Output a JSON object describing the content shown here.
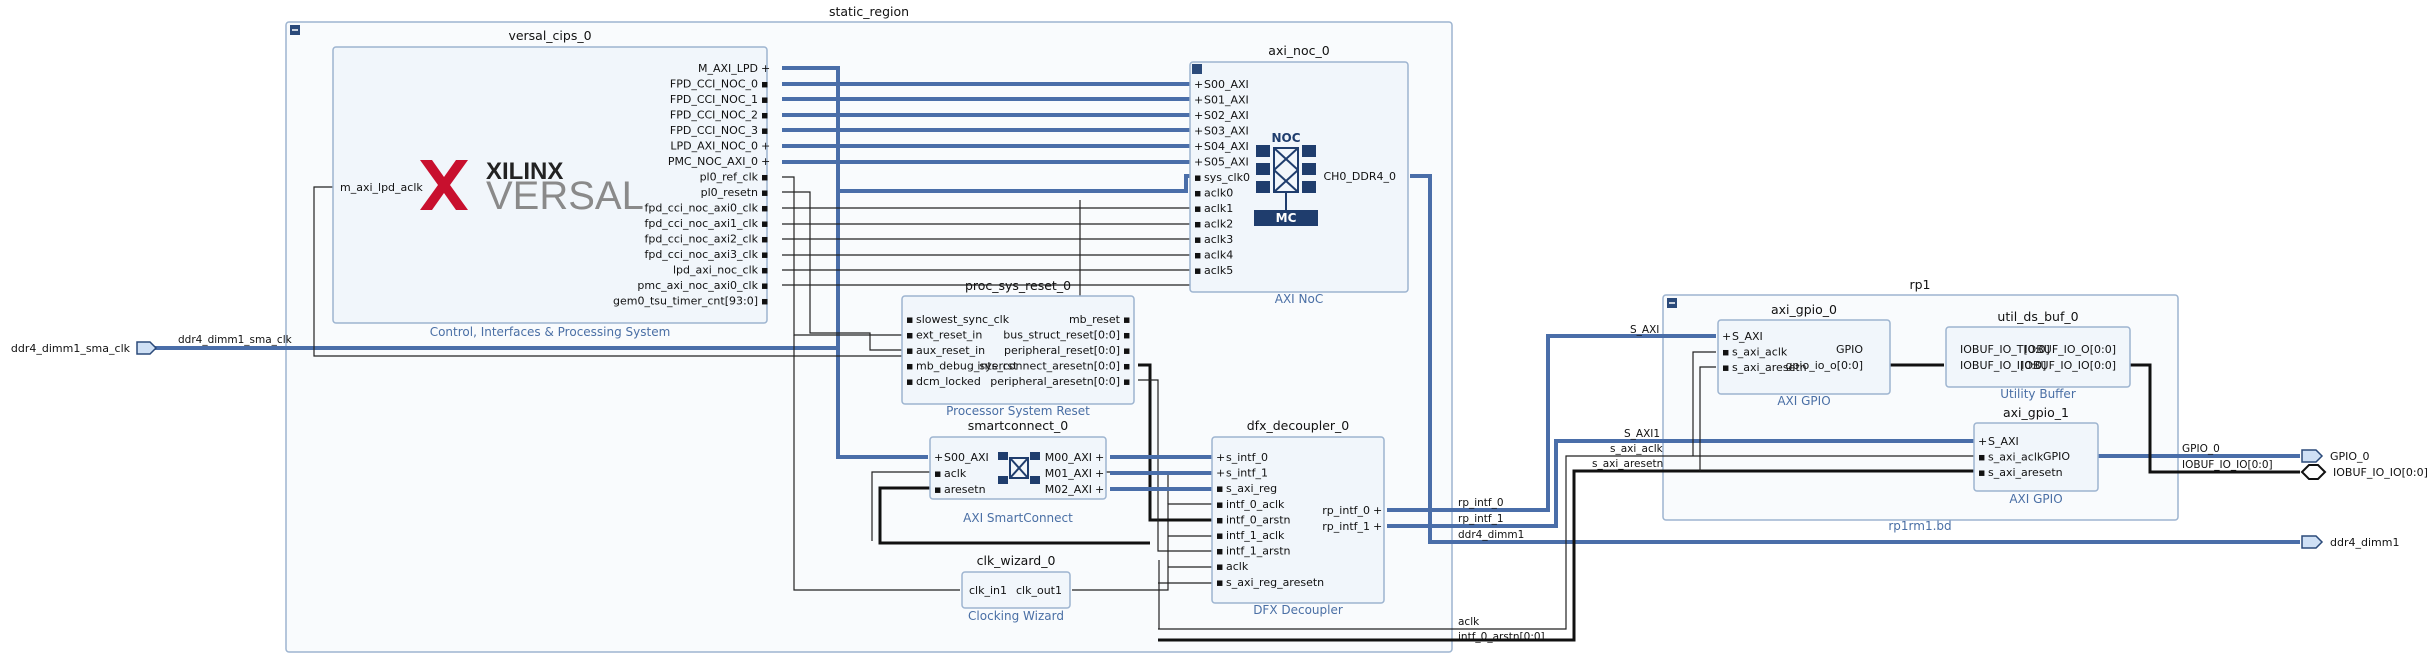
{
  "regions": {
    "static_region": {
      "title": "static_region"
    },
    "rp1": {
      "title": "rp1",
      "subtitle": "rp1rm1.bd"
    }
  },
  "blocks": {
    "versal_cips": {
      "title": "versal_cips_0",
      "subtitle": "Control, Interfaces & Processing System",
      "logo_brand": "XILINX",
      "logo_product": "VERSAL",
      "left_pins": [
        "m_axi_lpd_aclk"
      ],
      "right_pins": [
        "M_AXI_LPD",
        "FPD_CCI_NOC_0",
        "FPD_CCI_NOC_1",
        "FPD_CCI_NOC_2",
        "FPD_CCI_NOC_3",
        "LPD_AXI_NOC_0",
        "PMC_NOC_AXI_0",
        "pl0_ref_clk",
        "pl0_resetn",
        "fpd_cci_noc_axi0_clk",
        "fpd_cci_noc_axi1_clk",
        "fpd_cci_noc_axi2_clk",
        "fpd_cci_noc_axi3_clk",
        "lpd_axi_noc_clk",
        "pmc_axi_noc_axi0_clk",
        "gem0_tsu_timer_cnt[93:0]"
      ]
    },
    "axi_noc": {
      "title": "axi_noc_0",
      "subtitle": "AXI NoC",
      "noc_label": "NOC",
      "mc_label": "MC",
      "left_pins": [
        "S00_AXI",
        "S01_AXI",
        "S02_AXI",
        "S03_AXI",
        "S04_AXI",
        "S05_AXI",
        "sys_clk0",
        "aclk0",
        "aclk1",
        "aclk2",
        "aclk3",
        "aclk4",
        "aclk5"
      ],
      "right_pins": [
        "CH0_DDR4_0"
      ]
    },
    "proc_sys_reset": {
      "title": "proc_sys_reset_0",
      "subtitle": "Processor System Reset",
      "left_pins": [
        "slowest_sync_clk",
        "ext_reset_in",
        "aux_reset_in",
        "mb_debug_sys_rst",
        "dcm_locked"
      ],
      "right_pins": [
        "mb_reset",
        "bus_struct_reset[0:0]",
        "peripheral_reset[0:0]",
        "interconnect_aresetn[0:0]",
        "peripheral_aresetn[0:0]"
      ]
    },
    "smartconnect": {
      "title": "smartconnect_0",
      "subtitle": "AXI SmartConnect",
      "left_pins": [
        "S00_AXI",
        "aclk",
        "aresetn"
      ],
      "right_pins": [
        "M00_AXI",
        "M01_AXI",
        "M02_AXI"
      ]
    },
    "dfx_decoupler": {
      "title": "dfx_decoupler_0",
      "subtitle": "DFX Decoupler",
      "left_pins": [
        "s_intf_0",
        "s_intf_1",
        "s_axi_reg",
        "intf_0_aclk",
        "intf_0_arstn",
        "intf_1_aclk",
        "intf_1_arstn",
        "aclk",
        "s_axi_reg_aresetn"
      ],
      "right_pins": [
        "rp_intf_0",
        "rp_intf_1"
      ]
    },
    "clk_wizard": {
      "title": "clk_wizard_0",
      "subtitle": "Clocking Wizard",
      "left_pins": [
        "clk_in1"
      ],
      "right_pins": [
        "clk_out1"
      ]
    },
    "axi_gpio_0": {
      "title": "axi_gpio_0",
      "subtitle": "AXI GPIO",
      "left_pins": [
        "S_AXI",
        "s_axi_aclk",
        "s_axi_aresetn"
      ],
      "right_pins": [
        "GPIO",
        "gpio_io_o[0:0]"
      ]
    },
    "util_ds_buf": {
      "title": "util_ds_buf_0",
      "subtitle": "Utility Buffer",
      "left_pins": [
        "IOBUF_IO_T[0:0]",
        "IOBUF_IO_I[0:0]"
      ],
      "right_pins": [
        "IOBUF_IO_O[0:0]",
        "IOBUF_IO_IO[0:0]"
      ]
    },
    "axi_gpio_1": {
      "title": "axi_gpio_1",
      "subtitle": "AXI GPIO",
      "left_pins": [
        "S_AXI",
        "s_axi_aclk",
        "s_axi_aresetn"
      ],
      "right_pins": [
        "GPIO"
      ]
    }
  },
  "ports": {
    "in_sma_clk": "ddr4_dimm1_sma_clk",
    "out_gpio": "GPIO_0",
    "out_iobuf": "IOBUF_IO_IO[0:0]",
    "out_ddr4": "ddr4_dimm1"
  },
  "net_labels": {
    "sma_clk": "ddr4_dimm1_sma_clk",
    "rp_s_axi": "S_AXI",
    "rp_s_axi1": "S_AXI1",
    "rp_s_axi_aclk": "s_axi_aclk",
    "rp_s_axi_aresetn": "s_axi_aresetn",
    "rp_gpio": "GPIO_0",
    "rp_iobuf": "IOBUF_IO_IO[0:0]",
    "st_rp_intf_0": "rp_intf_0",
    "st_rp_intf_1": "rp_intf_1",
    "st_ddr4": "ddr4_dimm1",
    "st_aclk": "aclk",
    "st_arstn": "intf_0_arstn[0:0]"
  },
  "colors": {
    "block_fill": "#f1f6fb",
    "block_border": "#9db4d0",
    "bus": "#4a6ea9",
    "subtitle": "#4a6fa5",
    "xilinx_red": "#c8102e",
    "noc_blue": "#1f3d6d"
  }
}
